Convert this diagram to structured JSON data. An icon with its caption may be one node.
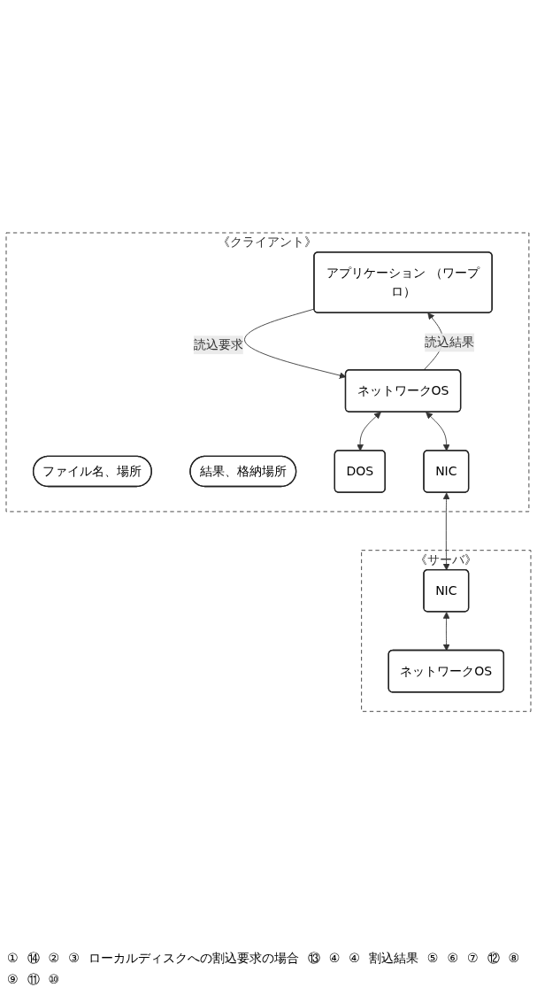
{
  "diagram": {
    "nodes": [
      {
        "text": [
          "《クライアント》"
        ]
      },
      {
        "text": [
          "アプリケーション （ワープロ）"
        ],
        "in": 0
      },
      {
        "text": [
          "ファイル名、場所"
        ],
        "in": 0
      },
      {
        "text": [
          "結果、格納場所"
        ],
        "in": 0
      },
      {
        "text": [
          "ネットワークOS"
        ],
        "in": 0
      },
      {
        "text": [
          "DOS"
        ],
        "in": 0
      },
      {
        "text": [
          "NIC"
        ],
        "in": 0
      },
      {
        "text": [
          "《サーバ》"
        ]
      },
      {
        "text": [
          "NIC"
        ],
        "in": 7
      },
      {
        "text": [
          "ネットワークOS"
        ],
        "in": 7
      }
    ],
    "edges": [
      {
        "from": 1,
        "to": 4,
        "arrow": "to",
        "label": "読込要求"
      },
      {
        "from": 4,
        "to": 1,
        "arrow": "to",
        "label": "読込結果"
      },
      {
        "from": 4,
        "to": 5,
        "arrow": "both"
      },
      {
        "from": 4,
        "to": 6,
        "arrow": "both"
      },
      {
        "from": 6,
        "to": 8,
        "arrow": "both"
      },
      {
        "from": 8,
        "to": 9,
        "arrow": "both"
      }
    ],
    "labels": [
      "①",
      "⑭",
      "②",
      "③",
      "ローカルディスクへの割込要求の場合",
      "⑬",
      "④",
      "④",
      "割込結果",
      "⑤",
      "⑥",
      "⑦",
      "⑫",
      "⑧",
      "⑨",
      "⑪",
      "⑩"
    ]
  }
}
